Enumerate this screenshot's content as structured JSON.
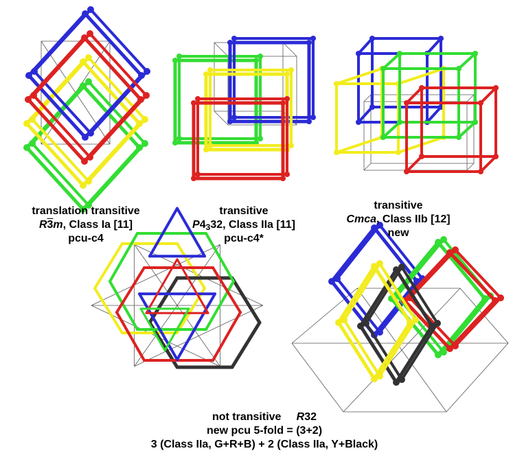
{
  "colors": {
    "blue": "#2b2bd6",
    "red": "#dd2222",
    "yellow": "#f2ec1e",
    "green": "#33dd33",
    "black": "#333333",
    "cell": "#555555"
  },
  "captions": {
    "a": {
      "line1": "translation transitive",
      "line2_r": "R",
      "line2_bar3": "3",
      "line2_m": "m",
      "line2_rest": ", Class Ia  [11]",
      "line3": "pcu-c4"
    },
    "b": {
      "line1": "transitive",
      "line2_p": "P",
      "line2_num": "4",
      "line2_sub": "3",
      "line2_rest": "32, Class IIa  [11]",
      "line3": "pcu-c4*"
    },
    "c": {
      "line1": "transitive",
      "line2_it": "Cmca",
      "line2_rest": ", Class IIb  [12]",
      "line3": "new"
    },
    "d": {
      "line1_a": "not transitive",
      "line1_b_it": "R",
      "line1_b": "32",
      "line2": "new pcu 5-fold = (3+2)",
      "line3": "3 (Class IIa, G+R+B) + 2 (Class IIa, Y+Black)"
    }
  }
}
